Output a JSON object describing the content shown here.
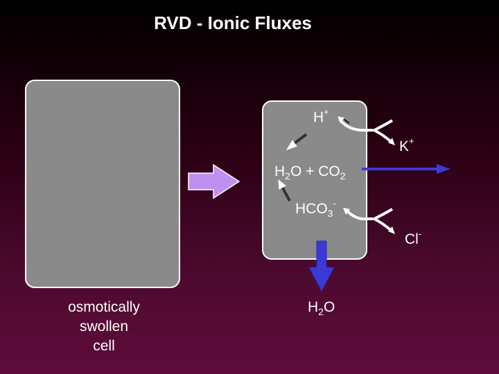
{
  "title": "RVD - Ionic Fluxes",
  "caption": [
    "osmotically",
    "swollen",
    "cell"
  ],
  "ions": {
    "h_plus": {
      "base": "H",
      "sup": "+"
    },
    "k_plus": {
      "base": "K",
      "sup": "+"
    },
    "reaction": {
      "a": "H",
      "a_sub": "2",
      "b": "O + CO",
      "b_sub": "2"
    },
    "bicarbonate": {
      "base": "HCO",
      "sub": "3",
      "sup": "-"
    },
    "chloride": {
      "base": "Cl",
      "sup": "-"
    },
    "water": {
      "base": "H",
      "sub": "2",
      "tail": "O"
    }
  },
  "colors": {
    "cell_fill": "#8a8a8a",
    "swell_arrow": "#c08ff0",
    "k_arrow": "#3a3ad8",
    "water_arrow": "#3a3ad8"
  }
}
